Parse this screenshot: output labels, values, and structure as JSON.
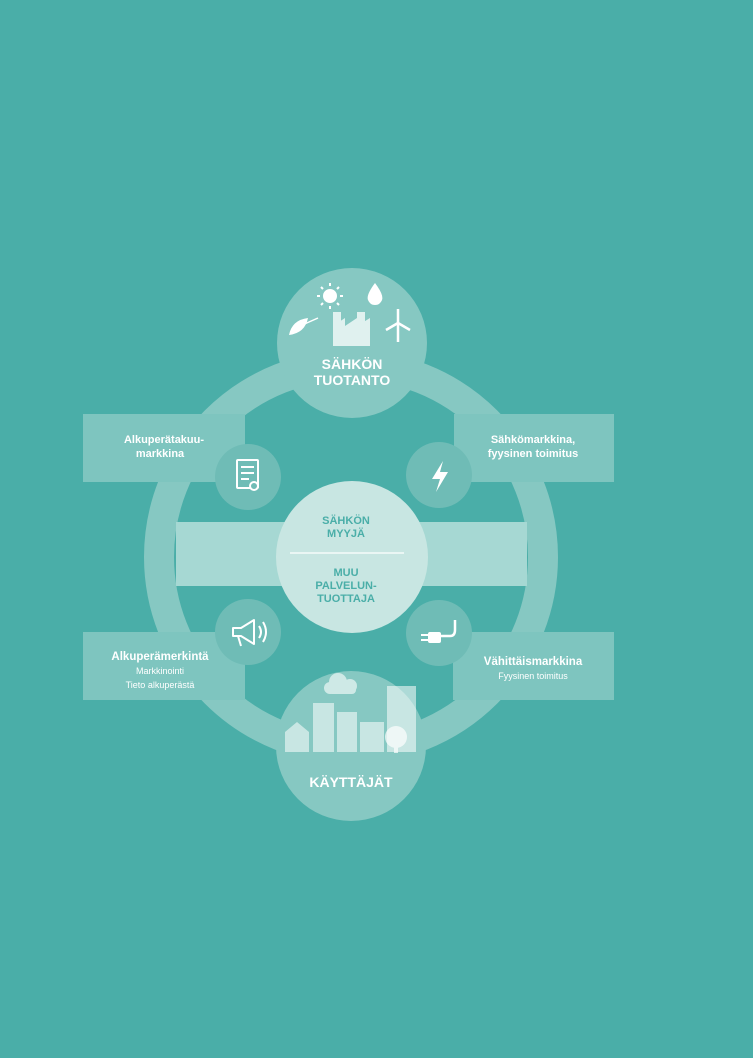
{
  "colors": {
    "background": "#4aaea8",
    "ring": "#86c8c2",
    "node": "#6fbcb6",
    "hub": "#c8e6e2",
    "box": "#7ec5bf",
    "band": "#a6d8d3",
    "text": "#ffffff"
  },
  "production": {
    "title_line1": "SÄHKÖN",
    "title_line2": "TUOTANTO",
    "icons": [
      "sun-icon",
      "water-drop-icon",
      "biomass-leaf-icon",
      "factory-icon",
      "wind-turbine-icon"
    ]
  },
  "users": {
    "title": "KÄYTTÄJÄT",
    "icons": [
      "cloud-icon",
      "city-buildings-icon",
      "tree-icon"
    ]
  },
  "center": {
    "seller_line1": "SÄHKÖN",
    "seller_line2": "MYYJÄ",
    "provider_line1": "MUU",
    "provider_line2": "PALVELUN-",
    "provider_line3": "TUOTTAJA"
  },
  "boxes": {
    "origin_guarantee": {
      "line1": "Alkuperätakuu-",
      "line2": "markkina",
      "icon": "certificate-icon"
    },
    "electricity_market": {
      "line1": "Sähkömarkkina,",
      "line2": "fyysinen toimitus",
      "icon": "lightning-icon"
    },
    "origin_label": {
      "title": "Alkuperämerkintä",
      "sub1": "Markkinointi",
      "sub2": "Tieto alkuperästä",
      "icon": "megaphone-icon"
    },
    "retail_market": {
      "title": "Vähittäismarkkina",
      "sub1": "Fyysinen toimitus",
      "icon": "plug-icon"
    }
  }
}
